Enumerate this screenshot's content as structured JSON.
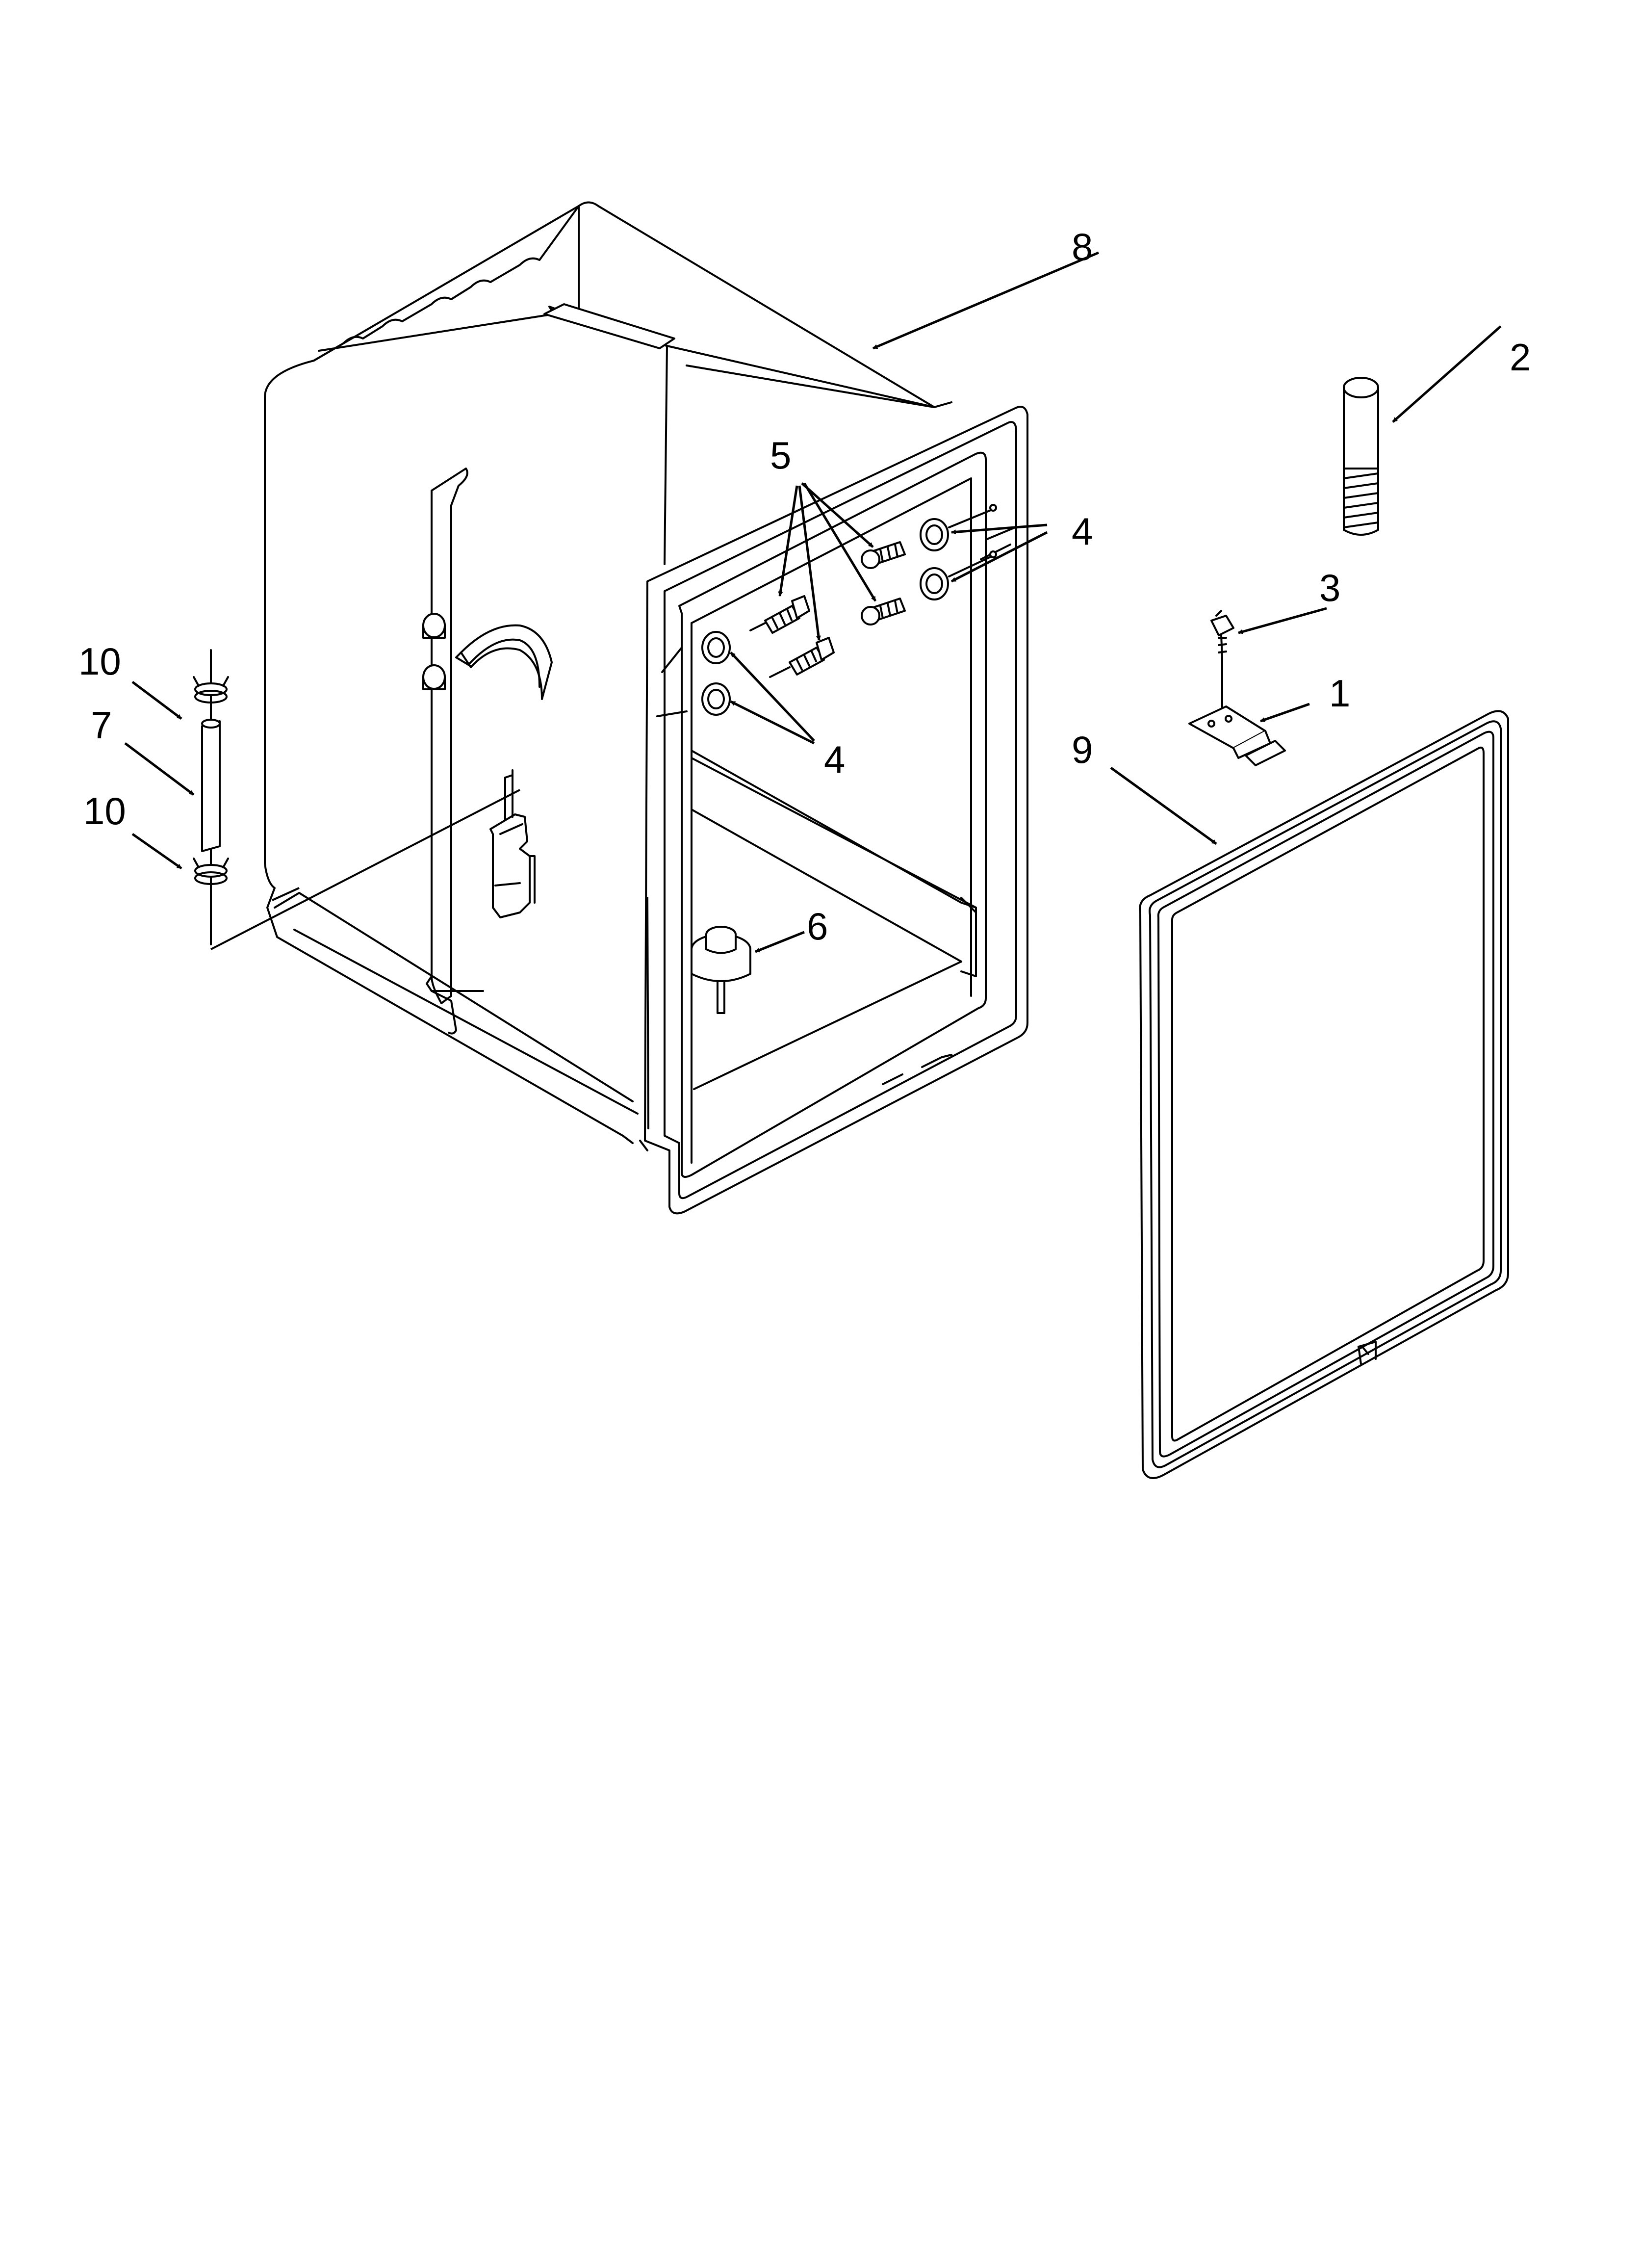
{
  "diagram": {
    "callouts": [
      {
        "id": "c1",
        "label": "1"
      },
      {
        "id": "c2",
        "label": "2"
      },
      {
        "id": "c3",
        "label": "3"
      },
      {
        "id": "c4a",
        "label": "4"
      },
      {
        "id": "c4b",
        "label": "4"
      },
      {
        "id": "c5",
        "label": "5"
      },
      {
        "id": "c6",
        "label": "6"
      },
      {
        "id": "c7",
        "label": "7"
      },
      {
        "id": "c8",
        "label": "8"
      },
      {
        "id": "c9",
        "label": "9"
      },
      {
        "id": "c10a",
        "label": "10"
      },
      {
        "id": "c10b",
        "label": "10"
      }
    ]
  }
}
